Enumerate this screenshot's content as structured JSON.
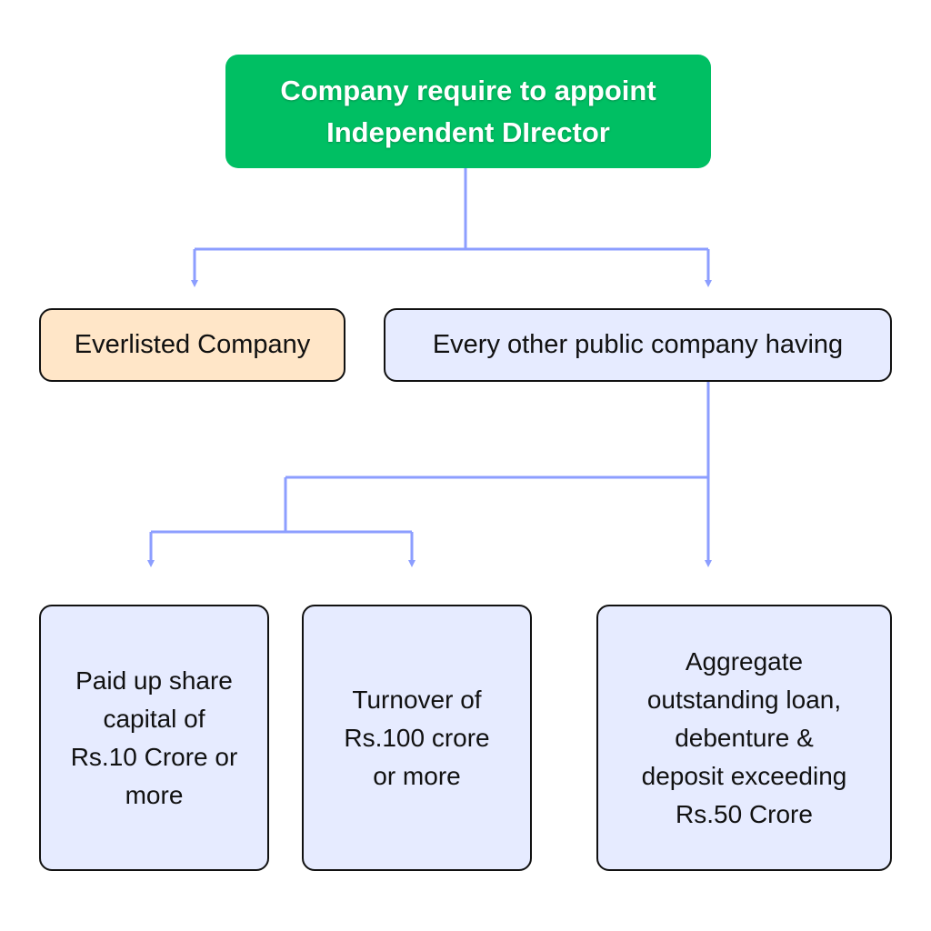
{
  "diagram": {
    "root": {
      "label": "Company require to appoint\nIndependent DIrector"
    },
    "level1": [
      {
        "label": "Everlisted Company"
      },
      {
        "label": "Every other public company having"
      }
    ],
    "criteria": [
      {
        "label": "Paid up share\ncapital of\nRs.10 Crore or\nmore"
      },
      {
        "label": "Turnover of\nRs.100 crore\nor more"
      },
      {
        "label": "Aggregate\noutstanding loan,\ndebenture &\ndeposit exceeding\nRs.50 Crore"
      }
    ],
    "colors": {
      "root_fill": "#00bf63",
      "listed_fill": "#ffe6c8",
      "node_fill": "#e6ebff",
      "connector": "#8c9eff"
    }
  }
}
